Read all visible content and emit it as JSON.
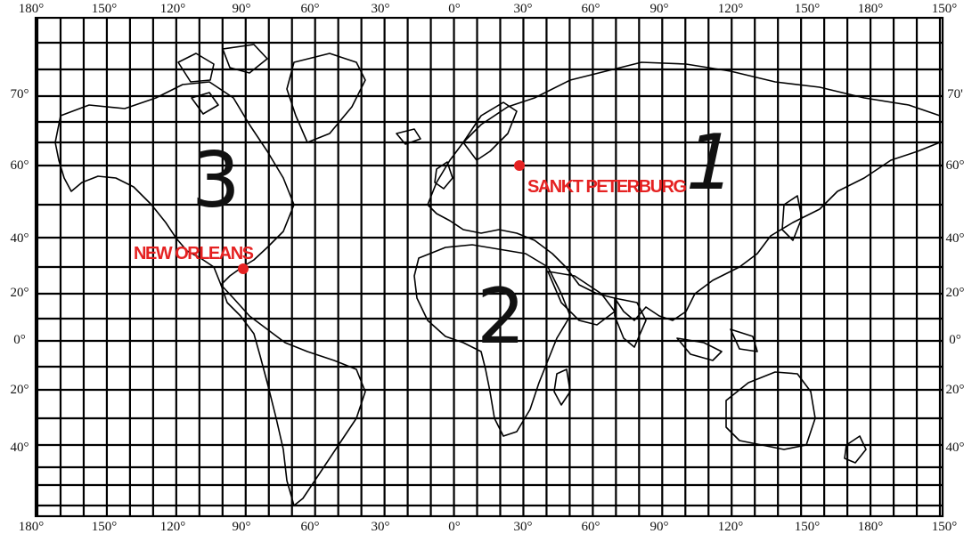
{
  "lon_labels_top": [
    "180°",
    "150°",
    "120°",
    "90°",
    "60°",
    "30°",
    "0°",
    "30°",
    "60°",
    "90°",
    "120°",
    "150°",
    "180°",
    "150°"
  ],
  "lon_labels_bottom": [
    "180°",
    "150°",
    "120°",
    "90°",
    "60°",
    "30°",
    "0°",
    "30°",
    "60°",
    "90°",
    "120°",
    "150°",
    "180°",
    "150°"
  ],
  "lat_labels_left": [
    "70°",
    "60°",
    "40°",
    "20°",
    "0°",
    "20°",
    "40°"
  ],
  "lat_labels_right": [
    "70'",
    "60°",
    "40°",
    "20°",
    "0°",
    "20°",
    "40°"
  ],
  "zones": [
    "1",
    "2",
    "3"
  ],
  "cities": [
    {
      "name": "SANKT PETERBURG",
      "lat": 60,
      "lon": 30
    },
    {
      "name": "NEW ORLEANS",
      "lat": 30,
      "lon": -90
    }
  ],
  "colors": {
    "grid": "#000000",
    "city": "#e52222",
    "zone": "#111111"
  }
}
